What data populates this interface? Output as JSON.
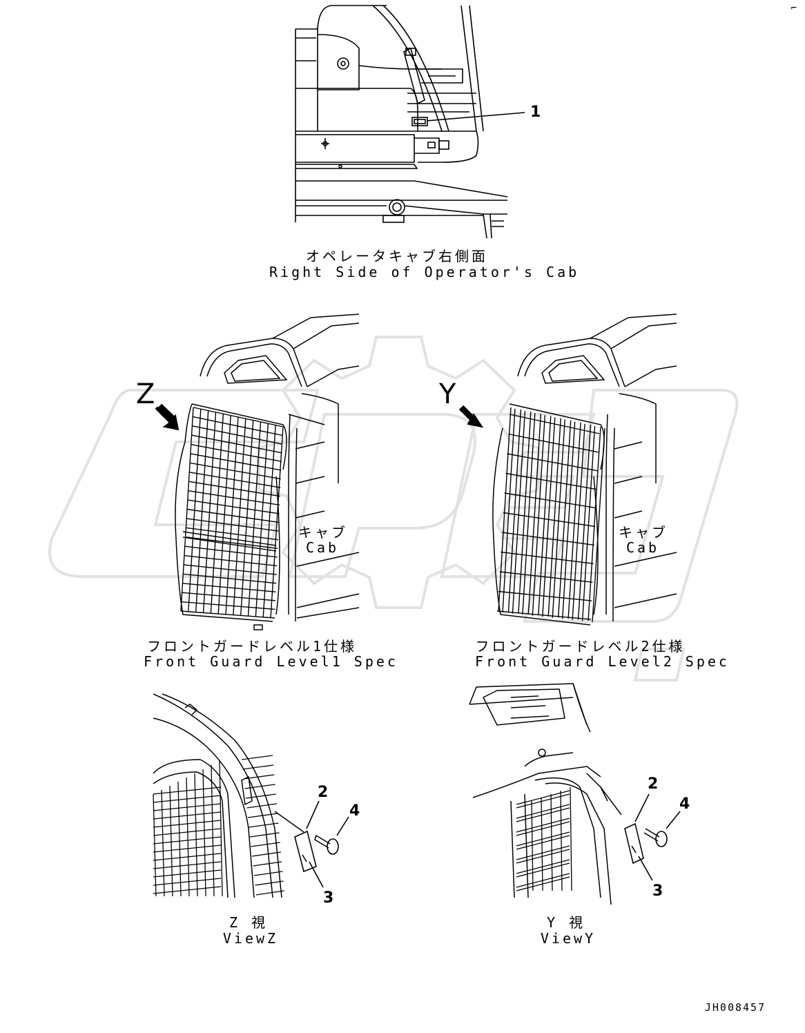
{
  "top_view": {
    "label_jp": "オペレータキャブ右側面",
    "label_en": "Right Side of Operator's Cab"
  },
  "front_guard_1": {
    "label_jp": "フロントガードレベル1仕様",
    "label_en": "Front Guard Level1 Spec",
    "cab_jp": "キャブ",
    "cab_en": "Cab",
    "view_letter": "Z"
  },
  "front_guard_2": {
    "label_jp": "フロントガードレベル2仕様",
    "label_en": "Front Guard Level2 Spec",
    "cab_jp": "キャブ",
    "cab_en": "Cab",
    "view_letter": "Y"
  },
  "view_z": {
    "label_jp": "Z 視",
    "label_en": "ViewZ"
  },
  "view_y": {
    "label_jp": "Y 視",
    "label_en": "ViewY"
  },
  "callouts": {
    "c1": "1",
    "z_c2": "2",
    "z_c3": "3",
    "z_c4": "4",
    "y_c2": "2",
    "y_c3": "3",
    "y_c4": "4"
  },
  "corner_mark": "⌐",
  "drawing_id": "JH008457",
  "colors": {
    "line": "#000000",
    "watermark": "#e2e2e2"
  }
}
